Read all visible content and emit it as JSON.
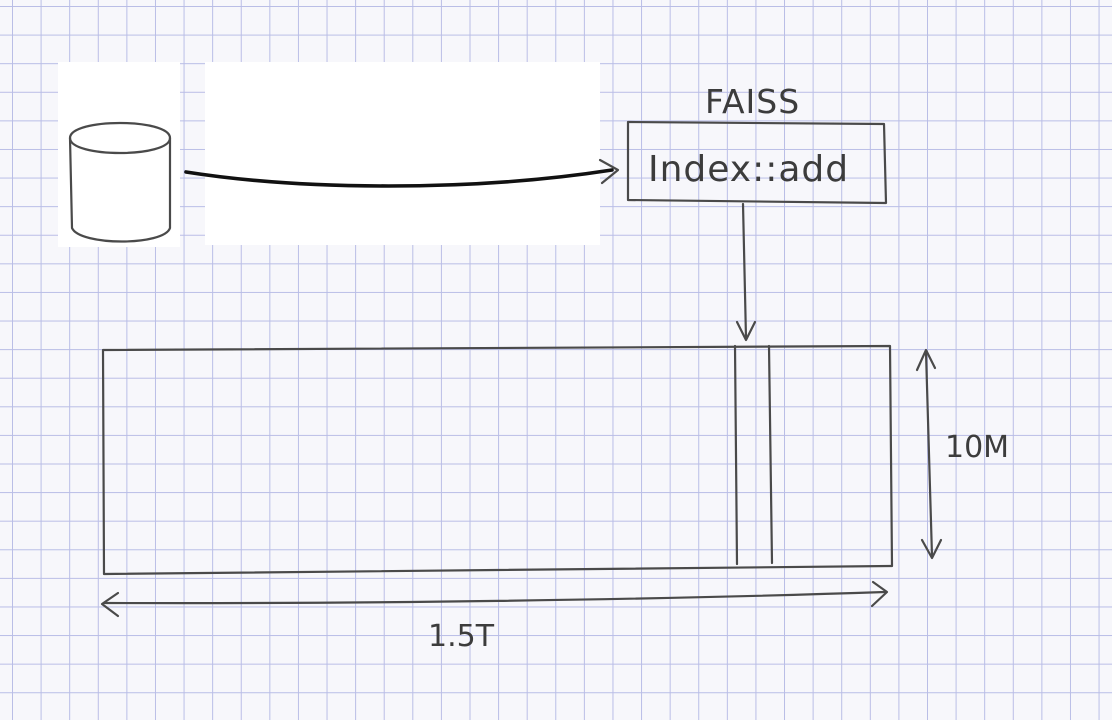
{
  "faiss_label": "FAISS",
  "index_box_label": "Index::add",
  "width_label": "1.5T",
  "height_label": "10M",
  "ink_color": "#4a4a4a",
  "grid_color": "#b9bde6"
}
